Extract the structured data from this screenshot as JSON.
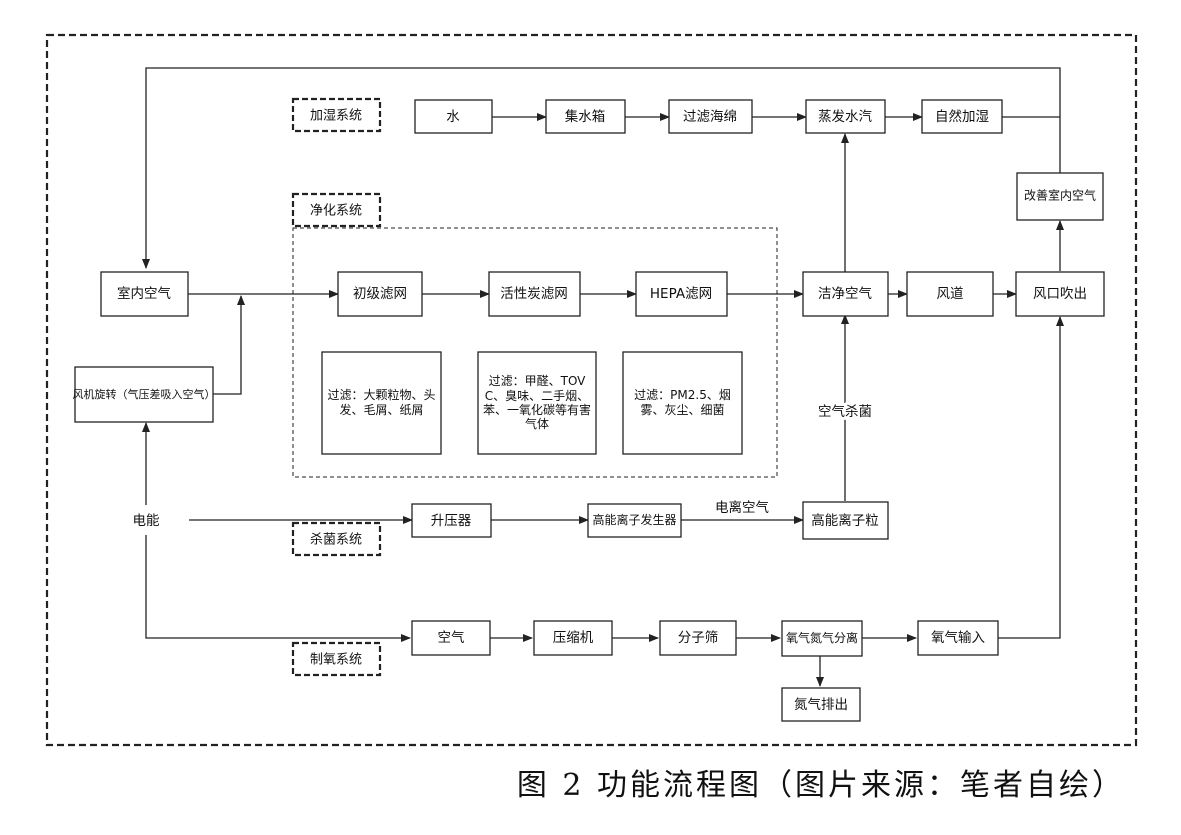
{
  "caption": "图 2 功能流程图（图片来源：笔者自绘）",
  "systems": {
    "humidify": "加湿系统",
    "purify": "净化系统",
    "sterilize": "杀菌系统",
    "oxygen": "制氧系统"
  },
  "nodes": {
    "water": "水",
    "tank": "集水箱",
    "sponge": "过滤海绵",
    "vapor": "蒸发水汽",
    "natural_humidify": "自然加湿",
    "improve_air": "改善室内空气",
    "indoor_air": "室内空气",
    "fan": "风机旋转（气压差吸入空气）",
    "primary_filter": "初级滤网",
    "carbon_filter": "活性炭滤网",
    "hepa_filter": "HEPA滤网",
    "primary_desc": "过滤：大颗粒物、头发、毛屑、纸屑",
    "carbon_desc": "过滤：甲醛、TOVC、臭味、二手烟、苯、一氧化碳等有害气体",
    "hepa_desc": "过滤：PM2.5、烟雾、灰尘、细菌",
    "clean_air": "洁净空气",
    "duct": "风道",
    "outlet": "风口吹出",
    "power": "电能",
    "booster": "升压器",
    "ion_generator": "高能离子发生器",
    "ion_particles": "高能离子粒",
    "air": "空气",
    "compressor": "压缩机",
    "sieve": "分子筛",
    "separation": "氧气氮气分离",
    "oxygen_input": "氧气输入",
    "nitrogen_out": "氮气排出"
  },
  "edge_labels": {
    "ionized_air": "电离空气",
    "sterilization": "空气杀菌"
  }
}
